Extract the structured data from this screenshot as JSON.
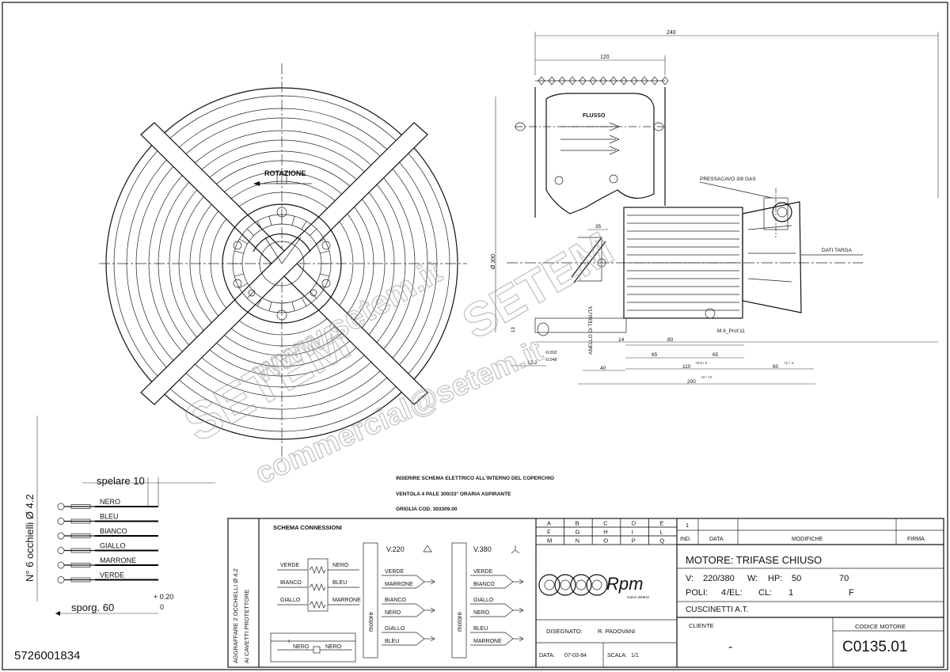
{
  "labels": {
    "rotazione": "ROTAZIONE",
    "flusso": "FLUSSO",
    "pressacavo": "PRESSACAVO 3/8 GAS",
    "dati_targa": "DATI TARGA",
    "anello": "ANELLO DI TENUTA",
    "m6": "M.6_Prof.11",
    "diam300": "Ø 300"
  },
  "dimensions": {
    "d240": "240",
    "d120": "120",
    "d35": "35",
    "d40": "40",
    "d14": "14",
    "d80": "80",
    "d65a": "65",
    "d65b": "65",
    "d110": "110",
    "d110_tol": "+0.5 / 0",
    "d200": "200",
    "d200_tol": "+2 / +2",
    "d60": "60",
    "d60_tol": "+1 / -1",
    "d12": "12.2",
    "d13": "13",
    "tol_a": "-0.002",
    "tol_b": "-0.048"
  },
  "notes": {
    "n1": "INSERIRE SCHEMA ELETTRICO ALL'INTERNO DEL COPERCHIO",
    "n2": "VENTOLA 4 PALE 300/33° ORARIA ASPIRANTE",
    "n3": "GRIGLIA COD. 303309.00"
  },
  "wire_legend": {
    "holes": "N° 6 occhielli Ø 4.2",
    "spelare": "spelare 10",
    "sporg": "sporg. 60",
    "tol_plus": "+ 0.20",
    "tol_zero": "0",
    "wires": [
      "NERO",
      "BLEU",
      "BIANCO",
      "GIALLO",
      "MARRONE",
      "VERDE"
    ],
    "code": "5726001834"
  },
  "vertical_note": {
    "line1": "AGGRAFFARE 2 OCCHIELLI Ø 4.2",
    "line2": "AI CAVETTI PROTETTORE"
  },
  "schema": {
    "title": "SCHEMA CONNESSIONI",
    "left_a": [
      "VERDE",
      "BIANCO",
      "GIALLO"
    ],
    "right_a": [
      "NERO",
      "BLEU",
      "MARRONE"
    ],
    "bottom_a": "NERO",
    "bottom_b": "NERO",
    "motore": "motore",
    "v220": "V.220",
    "v220_list": [
      "VERDE",
      "MARRONE",
      "BIANCO",
      "NERO",
      "GIALLO",
      "BLEU"
    ],
    "v380": "V.380",
    "v380_list": [
      "VERDE",
      "BIANCO",
      "GIALLO",
      "NERO",
      "BLEU",
      "MARRONE"
    ]
  },
  "grid": {
    "rows": [
      [
        "A",
        "B",
        "C",
        "D",
        "E"
      ],
      [
        "F",
        "G",
        "H",
        "I",
        "L"
      ],
      [
        "M",
        "N",
        "O",
        "P",
        "Q"
      ]
    ]
  },
  "title_block": {
    "logo_text": "Rpm",
    "logo_sub": "motori elettrici",
    "disegnato_label": "DISEGNATO:",
    "disegnato_value": "R. PADOVANI",
    "data_label": "DATA:",
    "data_value": "07-03-84",
    "scala_label": "SCALA:",
    "scala_value": "1/1",
    "rev_num": "1",
    "ind": "IND.",
    "data": "DATA",
    "modifiche": "MODIFICHE",
    "firma": "FIRMA",
    "motore_line": "MOTORE: TRIFASE CHIUSO",
    "v_label": "V:",
    "v_value": "220/380",
    "w_label": "W:",
    "hp_label": "HP:",
    "hp_value": "50",
    "w_value": "70",
    "poli_label": "POLI:",
    "poli_value": "4",
    "el_label": "/EL:",
    "cl_label": "CL:",
    "cl_value": "1",
    "cl_class": "F",
    "cuscinetti": "CUSCINETTI A.T.",
    "cliente_label": "CLIENTE",
    "cliente_value": "-",
    "codice_label": "CODICE MOTORE",
    "codice_value": "C0135.01"
  },
  "watermark": {
    "w1": "www.setem.it",
    "w2": "SETEM",
    "w3": "SETEM",
    "w4": "commercial@setem.it"
  }
}
